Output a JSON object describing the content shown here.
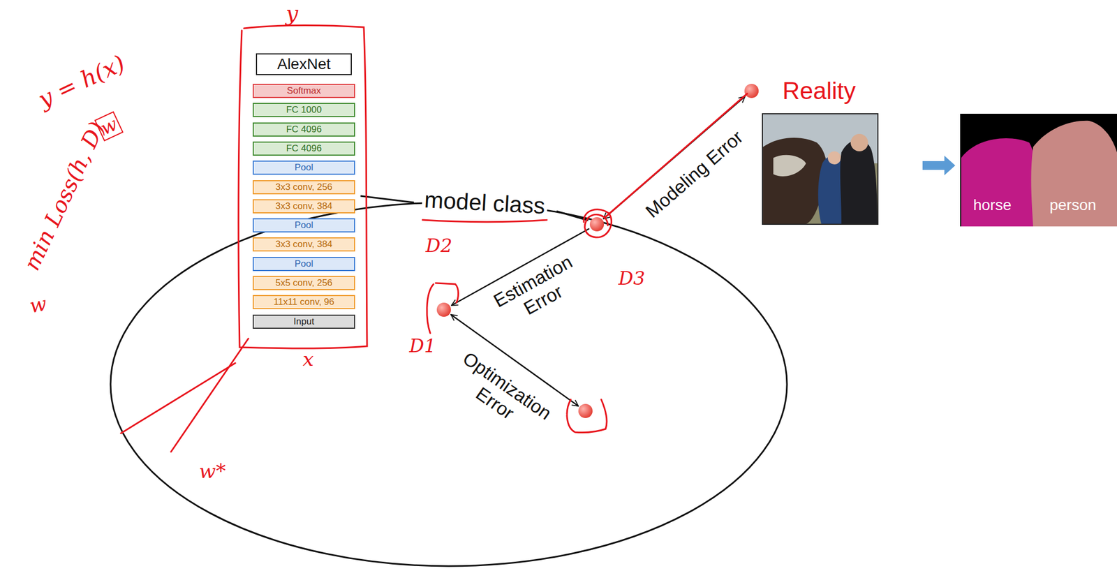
{
  "diagram": {
    "nodes": [
      {
        "text": [
          "AlexNet"
        ]
      },
      {
        "text": [
          "Softmax"
        ],
        "in": 0
      },
      {
        "text": [
          "FC 1000"
        ],
        "in": 0
      },
      {
        "text": [
          "FC 4096"
        ],
        "in": 0
      },
      {
        "text": [
          "FC 4096"
        ],
        "in": 0
      },
      {
        "text": [
          "Pool"
        ],
        "in": 0
      },
      {
        "text": [
          "3x3 conv, 256"
        ],
        "in": 0
      },
      {
        "text": [
          "3x3 conv, 384"
        ],
        "in": 0
      },
      {
        "text": [
          "Pool"
        ],
        "in": 0
      },
      {
        "text": [
          "3x3 conv, 384"
        ],
        "in": 0
      },
      {
        "text": [
          "Pool"
        ],
        "in": 0
      },
      {
        "text": [
          "5x5 conv, 256"
        ],
        "in": 0
      },
      {
        "text": [
          "11x11 conv, 96"
        ],
        "in": 0
      },
      {
        "text": [
          "Input"
        ],
        "in": 0
      }
    ],
    "labels": [
      "y",
      "y = h(x)",
      "w",
      "min Loss(h, D)",
      "w",
      "x",
      "model class",
      "D2",
      "D3",
      "Estimation Error",
      "D1",
      "Optimization Error",
      "w*",
      "Modeling Error",
      "Reality",
      "horse",
      "person"
    ]
  }
}
